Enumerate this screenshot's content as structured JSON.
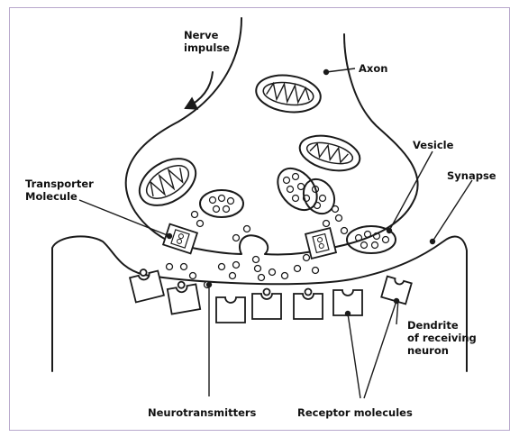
{
  "labels": {
    "nerve_impulse": [
      "Nerve",
      "impulse"
    ],
    "axon": "Axon",
    "vesicle": "Vesicle",
    "synapse": "Synapse",
    "transporter": [
      "Transporter",
      "Molecule"
    ],
    "dendrite": [
      "Dendrite",
      "of receiving",
      "neuron"
    ],
    "neurotransmitters": "Neurotransmitters",
    "receptors": "Receptor molecules"
  },
  "colors": {
    "ink": "#1a1a1a",
    "frame": "#b8a8cc"
  }
}
